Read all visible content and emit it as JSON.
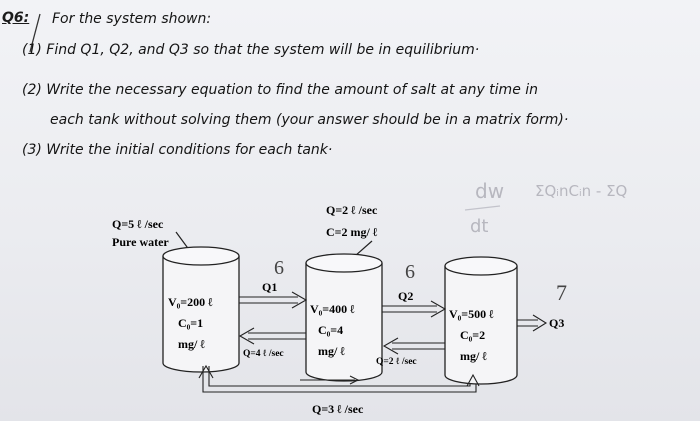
{
  "question": {
    "label": "Q6:",
    "intro": "For the system shown:",
    "part1": "(1) Find Q1, Q2, and Q3 so that the system will be in equilibrium·",
    "part2_line1": "(2) Write the necessary equation to find the amount of salt at any time in",
    "part2_line2": "each tank without solving them (your answer should be in a matrix form)·",
    "part3": "(3) Write the initial conditions for each tank·"
  },
  "diagram": {
    "inflow_left_rate": "Q=5 ℓ /sec",
    "inflow_left_desc": "Pure water",
    "inflow_mid_rate": "Q=2 ℓ /sec",
    "inflow_mid_conc": "C=2 mg/ ℓ",
    "tank1": {
      "volume": "V₀=200 ℓ",
      "conc": "C₀=1",
      "unit": "mg/ ℓ"
    },
    "tank2": {
      "volume": "V₀=400 ℓ",
      "conc": "C₀=4",
      "unit": "mg/ ℓ"
    },
    "tank3": {
      "volume": "V₀=500 ℓ",
      "conc": "C₀=2",
      "unit": "mg/ ℓ"
    },
    "q1_label": "Q1",
    "q2_label": "Q2",
    "q3_label": "Q3",
    "back_flow_1": "Q=4 ℓ /sec",
    "back_flow_2": "Q=2 ℓ /sec",
    "bottom_flow": "Q=3 ℓ /sec",
    "handwritten_q1": "6",
    "handwritten_q2": "6",
    "handwritten_q3": "7",
    "faint_note_1": "dw",
    "faint_note_2": "dt",
    "faint_note_3": "ΣQᵢnCᵢn - ΣQ"
  }
}
